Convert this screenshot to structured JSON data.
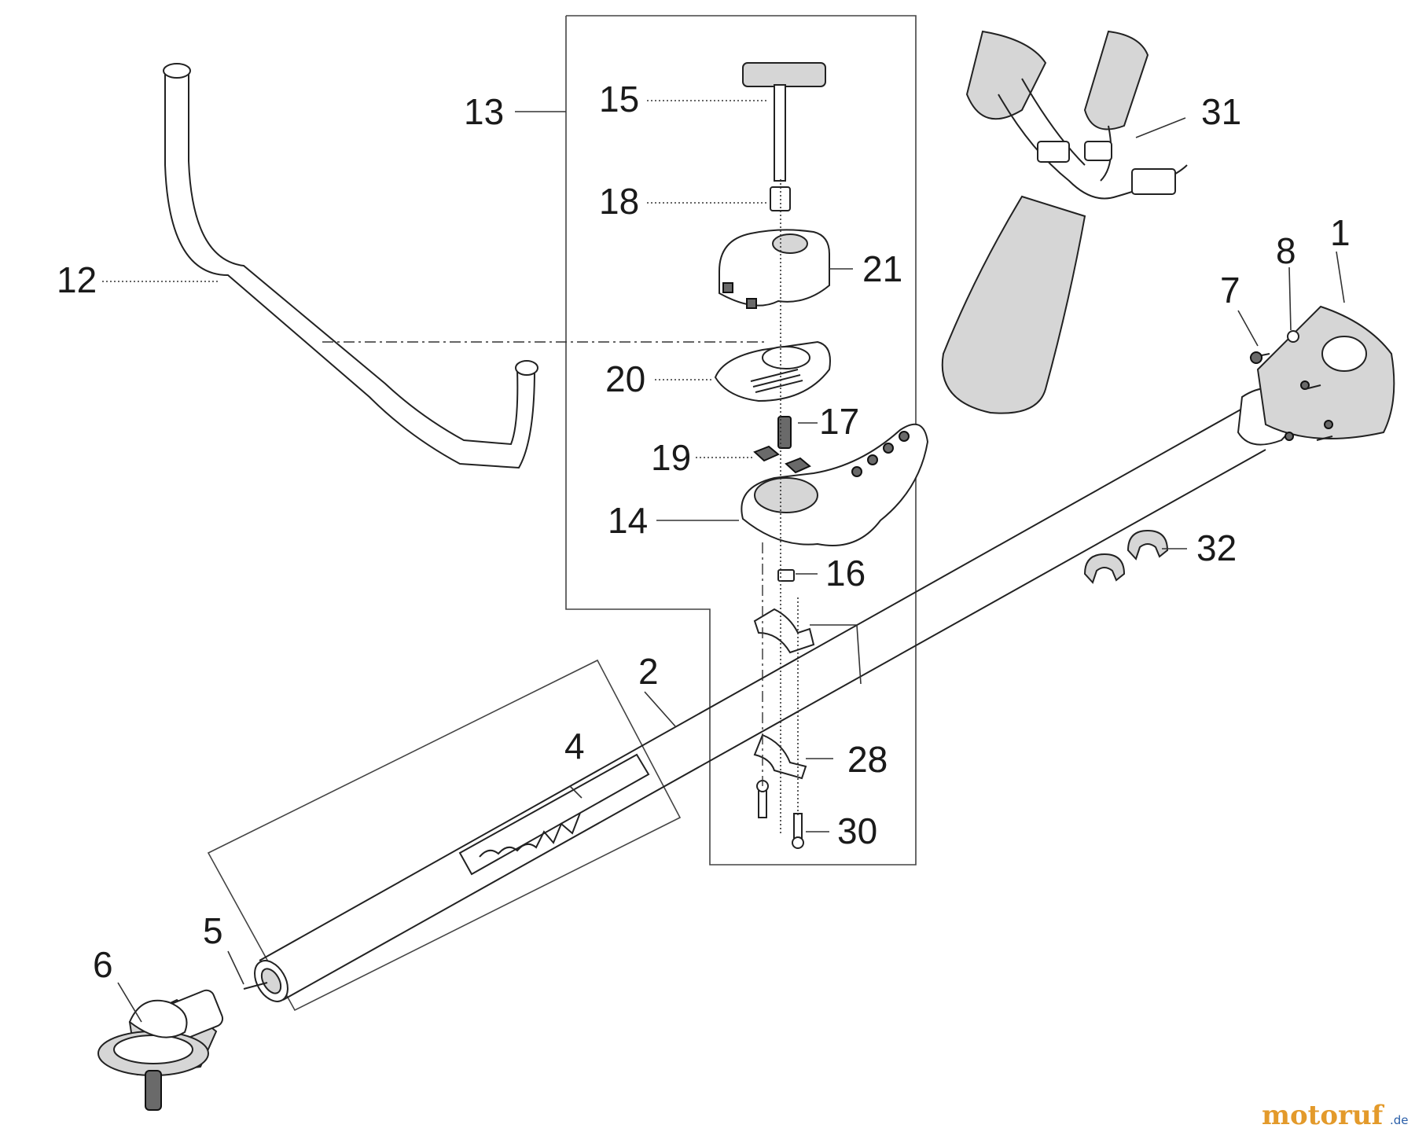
{
  "callouts": {
    "c1": "1",
    "c2": "2",
    "c4": "4",
    "c5": "5",
    "c6": "6",
    "c7": "7",
    "c8": "8",
    "c12": "12",
    "c13": "13",
    "c14": "14",
    "c15": "15",
    "c16": "16",
    "c17": "17",
    "c18": "18",
    "c19": "19",
    "c20": "20",
    "c21": "21",
    "c28a": "28",
    "c28b": "28",
    "c30": "30",
    "c31": "31",
    "c32": "32"
  },
  "watermark": {
    "brand": "motoruf",
    "tld": ".de"
  }
}
